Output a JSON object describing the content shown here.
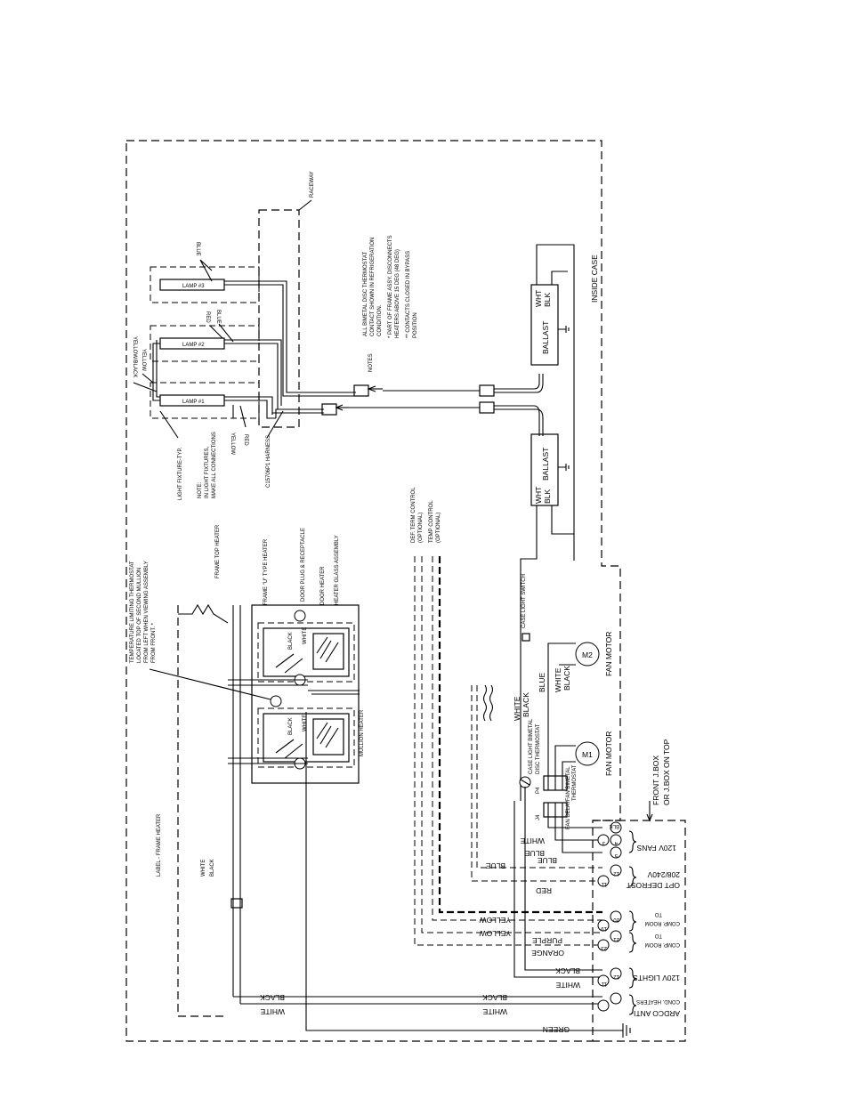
{
  "labels": {
    "inside_case": "INSIDE CASE",
    "front_jbox_1": "FRONT J.BOX",
    "front_jbox_2": "OR J.BOX ON TOP",
    "harness": "C15706P1 HARNESS",
    "light_fixture": "LIGHT FIXTURE-TYP.",
    "note_1": "NOTE:",
    "note_2": "IN LIGHT FIXTURES,",
    "note_3": "MAKE ALL CONNECTIONS",
    "notes_heading": "NOTES",
    "notes_1": "ALL BIMETAL DISC THERMOSTAT",
    "notes_2": "CONTACT SHOWN IN REFRIGERATION",
    "notes_3": "CONDITION.",
    "notes_4": "* PART OF FRAME ASSY. DISCONNECTS",
    "notes_5": "HEATERS ABOVE 15 DEG (48 DEG)",
    "notes_6": "** CONTACTS CLOSED IN BYPASS",
    "notes_7": "POSITION",
    "raceway": "RACEWAY",
    "lamp1": "LAMP #1",
    "lamp2": "LAMP #2",
    "lamp3": "LAMP #3",
    "ballast": "BALLAST",
    "wht": "WHT",
    "blk": "BLK",
    "case_light_switch": "CASE LIGHT SWITCH",
    "case_light_bimetal_1": "CASE LIGHT BIMETAL",
    "case_light_bimetal_2": "DISC THERMOSTAT",
    "p4": "P4",
    "j4": "J4",
    "fan_bimetal_1": "FAN BIMETAL",
    "fan_bimetal_2": "THERMOSTAT",
    "fan_delay": "FAN DELAY",
    "m1": "M1",
    "m2": "M2",
    "fan_motor": "FAN MOTOR",
    "def_term_1": "DEF. TERM CONTROL",
    "def_term_2": "(OPTIONAL)",
    "temp_ctrl_1": "TEMP CONTROL",
    "temp_ctrl_2": "(OPTIONAL)",
    "temp_limit_1": "TEMPERATURE LIMITING THERMOSTAT",
    "temp_limit_2": "LOCATED TOP OF SECOND MULLION",
    "temp_limit_3": "FROM LEFT WHEN VIEWING ASSEMBLY",
    "temp_limit_4": "FROM FRONT. *",
    "frame_top_heater": "FRAME TOP HEATER",
    "frame_u_heater": "FRAME \"U\" TYPE HEATER",
    "door_plug": "DOOR PLUG & RECEPTACLE",
    "door_heater": "DOOR HEATER",
    "heater_glass": "HEATER GLASS ASSEMBLY",
    "mullion_heater": "MULLION HEATER",
    "label_frame_heater": "LABEL - FRAME HEATER",
    "j_120v_fans": "120V FANS",
    "j_opt_defrost_1": "OPT DEFROST",
    "j_opt_defrost_2": "208/240V",
    "j_comp_room_a1": "TO",
    "j_comp_room_a2": "COMP. ROOM",
    "j_comp_room_b1": "TO",
    "j_comp_room_b2": "COMP. ROOM",
    "j_120v_lights": "120V LIGHTS",
    "j_anti_1": "ARDCO ANTI-",
    "j_anti_2": "COND. HEATERS",
    "term_1": "1",
    "term_2": "2",
    "term_3": "3",
    "term_4": "4",
    "term_5": "5",
    "term_11": "11",
    "term_12": "12",
    "term_19": "19",
    "term_20": "20",
    "term_21": "21",
    "term_23": "23",
    "term_blk": "BLK",
    "black": "BLACK",
    "white": "WHITE",
    "blue": "BLUE",
    "red": "RED",
    "yellow": "YELLOW",
    "yellow_black": "YELLOW/BLACK",
    "green": "GREEN",
    "orange": "ORANGE",
    "purple": "PURPLE"
  }
}
